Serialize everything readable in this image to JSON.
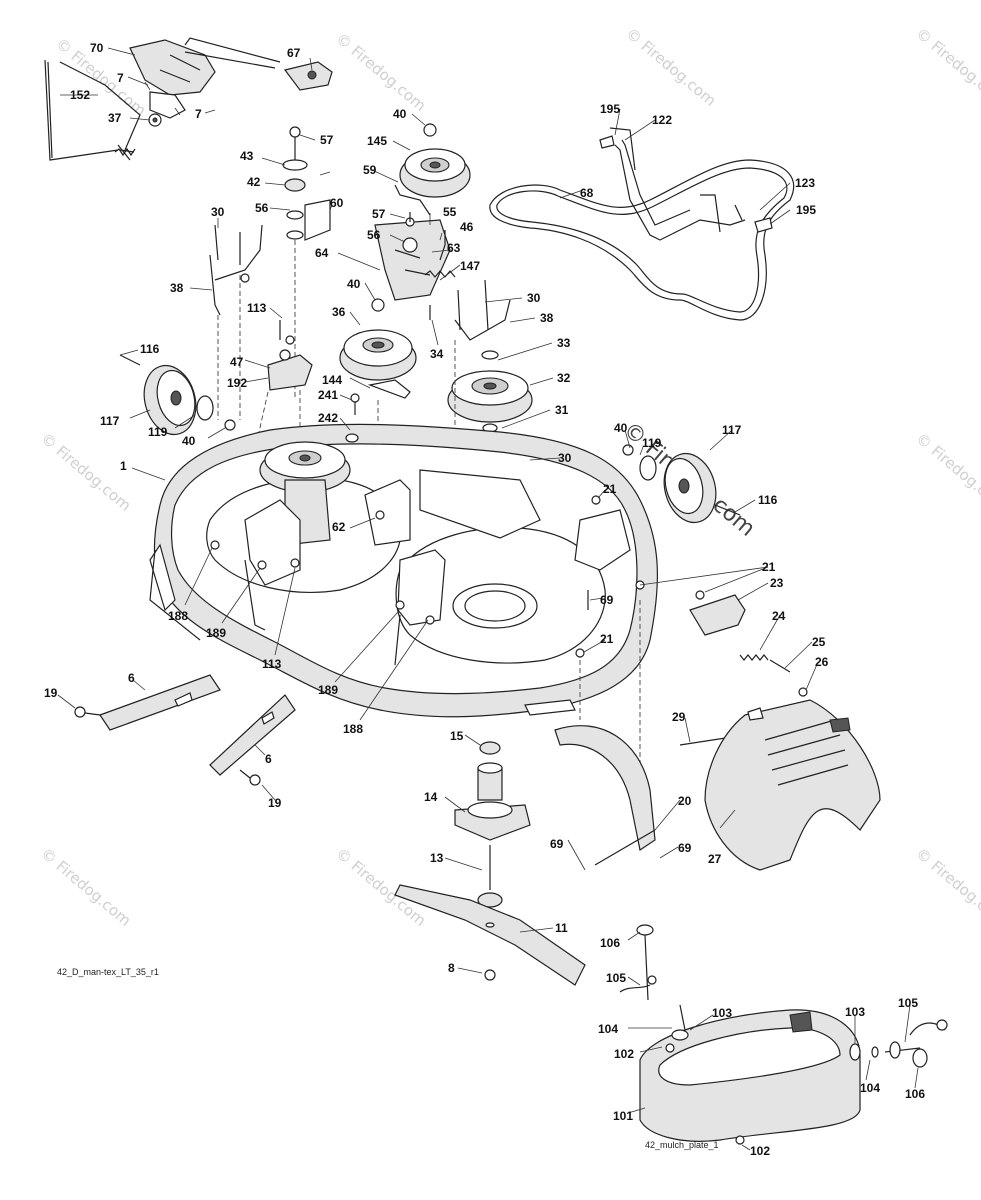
{
  "labels": {
    "l70": "70",
    "l67": "67",
    "l7a": "7",
    "l7b": "7",
    "l152": "152",
    "l37": "37",
    "l40a": "40",
    "l57a": "57",
    "l145": "145",
    "l43": "43",
    "l42": "42",
    "l59": "59",
    "l195a": "195",
    "l122": "122",
    "l68": "68",
    "l123": "123",
    "l195b": "195",
    "l30a": "30",
    "l56a": "56",
    "l60": "60",
    "l57b": "57",
    "l55": "55",
    "l56b": "56",
    "l46": "46",
    "l64": "64",
    "l63": "63",
    "l38a": "38",
    "l40b": "40",
    "l147": "147",
    "l30b": "30",
    "l38b": "38",
    "l113a": "113",
    "l36": "36",
    "l34": "34",
    "l116a": "116",
    "l33": "33",
    "l47": "47",
    "l192": "192",
    "l144": "144",
    "l32": "32",
    "l117a": "117",
    "l119a": "119",
    "l241": "241",
    "l31": "31",
    "l40c": "40",
    "l242": "242",
    "l30c": "30",
    "l40d": "40",
    "l119b": "119",
    "l117b": "117",
    "l1": "1",
    "l21a": "21",
    "l116b": "116",
    "l62": "62",
    "l21b": "21",
    "l23": "23",
    "l188a": "188",
    "l69a": "69",
    "l189a": "189",
    "l24": "24",
    "l21c": "21",
    "l25": "25",
    "l113b": "113",
    "l26": "26",
    "l19a": "19",
    "l6a": "6",
    "l189b": "189",
    "l29": "29",
    "l188b": "188",
    "l15": "15",
    "l6b": "6",
    "l20": "20",
    "l19b": "19",
    "l14": "14",
    "l69b": "69",
    "l69c": "69",
    "l27": "27",
    "l13": "13",
    "l11": "11",
    "l106a": "106",
    "l8": "8",
    "l105a": "105",
    "l104a": "104",
    "l103a": "103",
    "l103b": "103",
    "l105b": "105",
    "l102a": "102",
    "l104b": "104",
    "l106b": "106",
    "l101": "101",
    "l102b": "102"
  },
  "captions": {
    "main": "42_D_man-tex_LT_35_r1",
    "mulch": "42_mulch_plate_1"
  },
  "watermark": {
    "text": "© Firedog.com",
    "center_text": "© Firedog.com"
  },
  "colors": {
    "line": "#222222",
    "watermark": "#cfcfcf",
    "shade": "#e4e4e4"
  }
}
